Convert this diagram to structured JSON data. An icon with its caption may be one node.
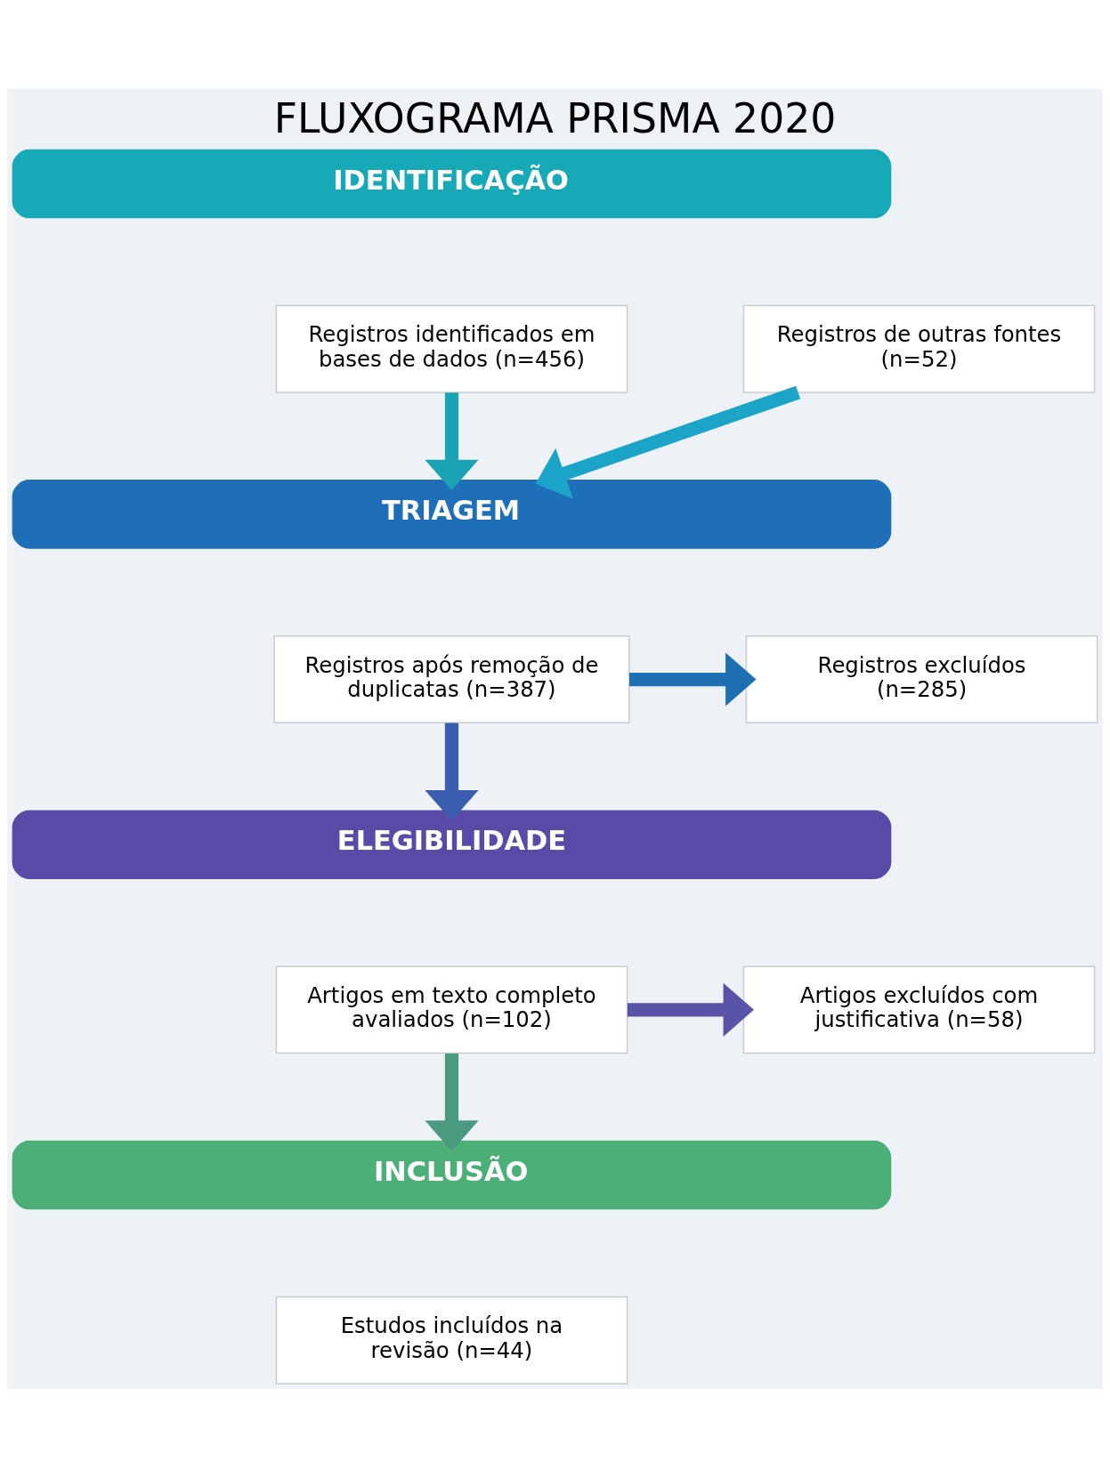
{
  "diagram": {
    "title": "FLUXOGRAMA PRISMA 2020",
    "nodes": [
      {
        "text": [
          "IDENTIFICAÇÃO"
        ]
      },
      {
        "text": [
          "Registros identificados em bases de dados (n=456)"
        ]
      },
      {
        "text": [
          "Registros de outras fontes (n=52)"
        ]
      },
      {
        "text": [
          "TRIAGEM"
        ]
      },
      {
        "text": [
          "Registros após remoção de duplicatas (n=387)"
        ]
      },
      {
        "text": [
          "Registros excluídos (n=285)"
        ]
      },
      {
        "text": [
          "ELEGIBILIDADE"
        ]
      },
      {
        "text": [
          "Artigos em texto completo avaliados (n=102)"
        ]
      },
      {
        "text": [
          "Artigos excluídos com justificativa (n=58)"
        ]
      },
      {
        "text": [
          "INCLUSÃO"
        ]
      },
      {
        "text": [
          "Estudos incluídos na revisão (n=44)"
        ]
      }
    ],
    "edges": [
      {
        "from": 1,
        "to": 3,
        "arrow": "to",
        "color": "#1ba3b5"
      },
      {
        "from": 2,
        "to": 3,
        "arrow": "to",
        "color": "#1ba3c8"
      },
      {
        "from": 4,
        "to": 5,
        "arrow": "to",
        "color": "#1f6fb5"
      },
      {
        "from": 4,
        "to": 6,
        "arrow": "to",
        "color": "#3b5db0"
      },
      {
        "from": 7,
        "to": 8,
        "arrow": "to",
        "color": "#5a54a8"
      },
      {
        "from": 7,
        "to": 9,
        "arrow": "to",
        "color": "#4a9a80"
      }
    ]
  }
}
